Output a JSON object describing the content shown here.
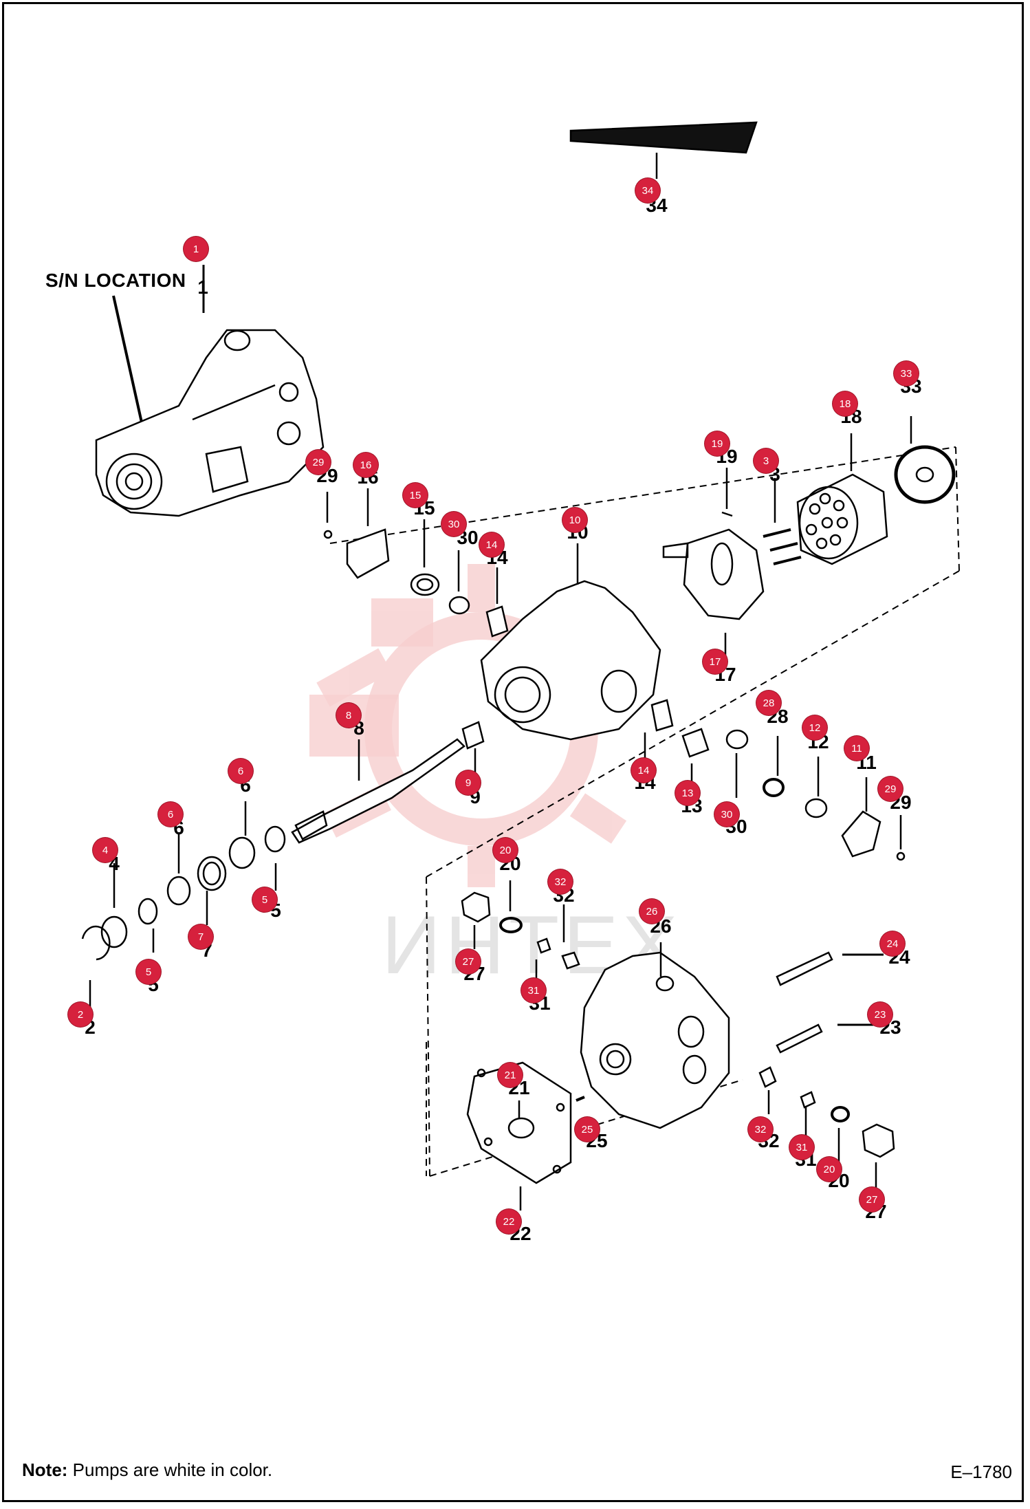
{
  "diagram": {
    "serial_label": "S/N LOCATION",
    "note_prefix": "Note:",
    "note_text": " Pumps are white in color.",
    "figure_code": "E–1780",
    "watermark": "ИНТЕХ",
    "colors": {
      "badge": "#d6213d",
      "line": "#000000",
      "watermark": "#f4c4c4"
    }
  },
  "parts": [
    {
      "id": "p1",
      "number": "1",
      "badge": "1"
    },
    {
      "id": "p2",
      "number": "2",
      "badge": "2"
    },
    {
      "id": "p3",
      "number": "3",
      "badge": "3"
    },
    {
      "id": "p4",
      "number": "4",
      "badge": "4"
    },
    {
      "id": "p5a",
      "number": "5",
      "badge": "5"
    },
    {
      "id": "p5b",
      "number": "5",
      "badge": "5"
    },
    {
      "id": "p6a",
      "number": "6",
      "badge": "6"
    },
    {
      "id": "p6b",
      "number": "6",
      "badge": "6"
    },
    {
      "id": "p7",
      "number": "7",
      "badge": "7"
    },
    {
      "id": "p8",
      "number": "8",
      "badge": "8"
    },
    {
      "id": "p9",
      "number": "9",
      "badge": "9"
    },
    {
      "id": "p10",
      "number": "10",
      "badge": "10"
    },
    {
      "id": "p11",
      "number": "11",
      "badge": "11"
    },
    {
      "id": "p12",
      "number": "12",
      "badge": "12"
    },
    {
      "id": "p13",
      "number": "13",
      "badge": "13"
    },
    {
      "id": "p14a",
      "number": "14",
      "badge": "14"
    },
    {
      "id": "p14b",
      "number": "14",
      "badge": "14"
    },
    {
      "id": "p15",
      "number": "15",
      "badge": "15"
    },
    {
      "id": "p16",
      "number": "16",
      "badge": "16"
    },
    {
      "id": "p17",
      "number": "17",
      "badge": "17"
    },
    {
      "id": "p18",
      "number": "18",
      "badge": "18"
    },
    {
      "id": "p19",
      "number": "19",
      "badge": "19"
    },
    {
      "id": "p20a",
      "number": "20",
      "badge": "20"
    },
    {
      "id": "p20b",
      "number": "20",
      "badge": "20"
    },
    {
      "id": "p21",
      "number": "21",
      "badge": "21"
    },
    {
      "id": "p22",
      "number": "22",
      "badge": "22"
    },
    {
      "id": "p23",
      "number": "23",
      "badge": "23"
    },
    {
      "id": "p24",
      "number": "24",
      "badge": "24"
    },
    {
      "id": "p25",
      "number": "25",
      "badge": "25"
    },
    {
      "id": "p26",
      "number": "26",
      "badge": "26"
    },
    {
      "id": "p27a",
      "number": "27",
      "badge": "27"
    },
    {
      "id": "p27b",
      "number": "27",
      "badge": "27"
    },
    {
      "id": "p28",
      "number": "28",
      "badge": "28"
    },
    {
      "id": "p29a",
      "number": "29",
      "badge": "29"
    },
    {
      "id": "p29b",
      "number": "29",
      "badge": "29"
    },
    {
      "id": "p30a",
      "number": "30",
      "badge": "30"
    },
    {
      "id": "p30b",
      "number": "30",
      "badge": "30"
    },
    {
      "id": "p31a",
      "number": "31",
      "badge": "31"
    },
    {
      "id": "p31b",
      "number": "31",
      "badge": "31"
    },
    {
      "id": "p32a",
      "number": "32",
      "badge": "32"
    },
    {
      "id": "p32b",
      "number": "32",
      "badge": "32"
    },
    {
      "id": "p33",
      "number": "33",
      "badge": "33"
    },
    {
      "id": "p34",
      "number": "34",
      "badge": "34"
    }
  ]
}
